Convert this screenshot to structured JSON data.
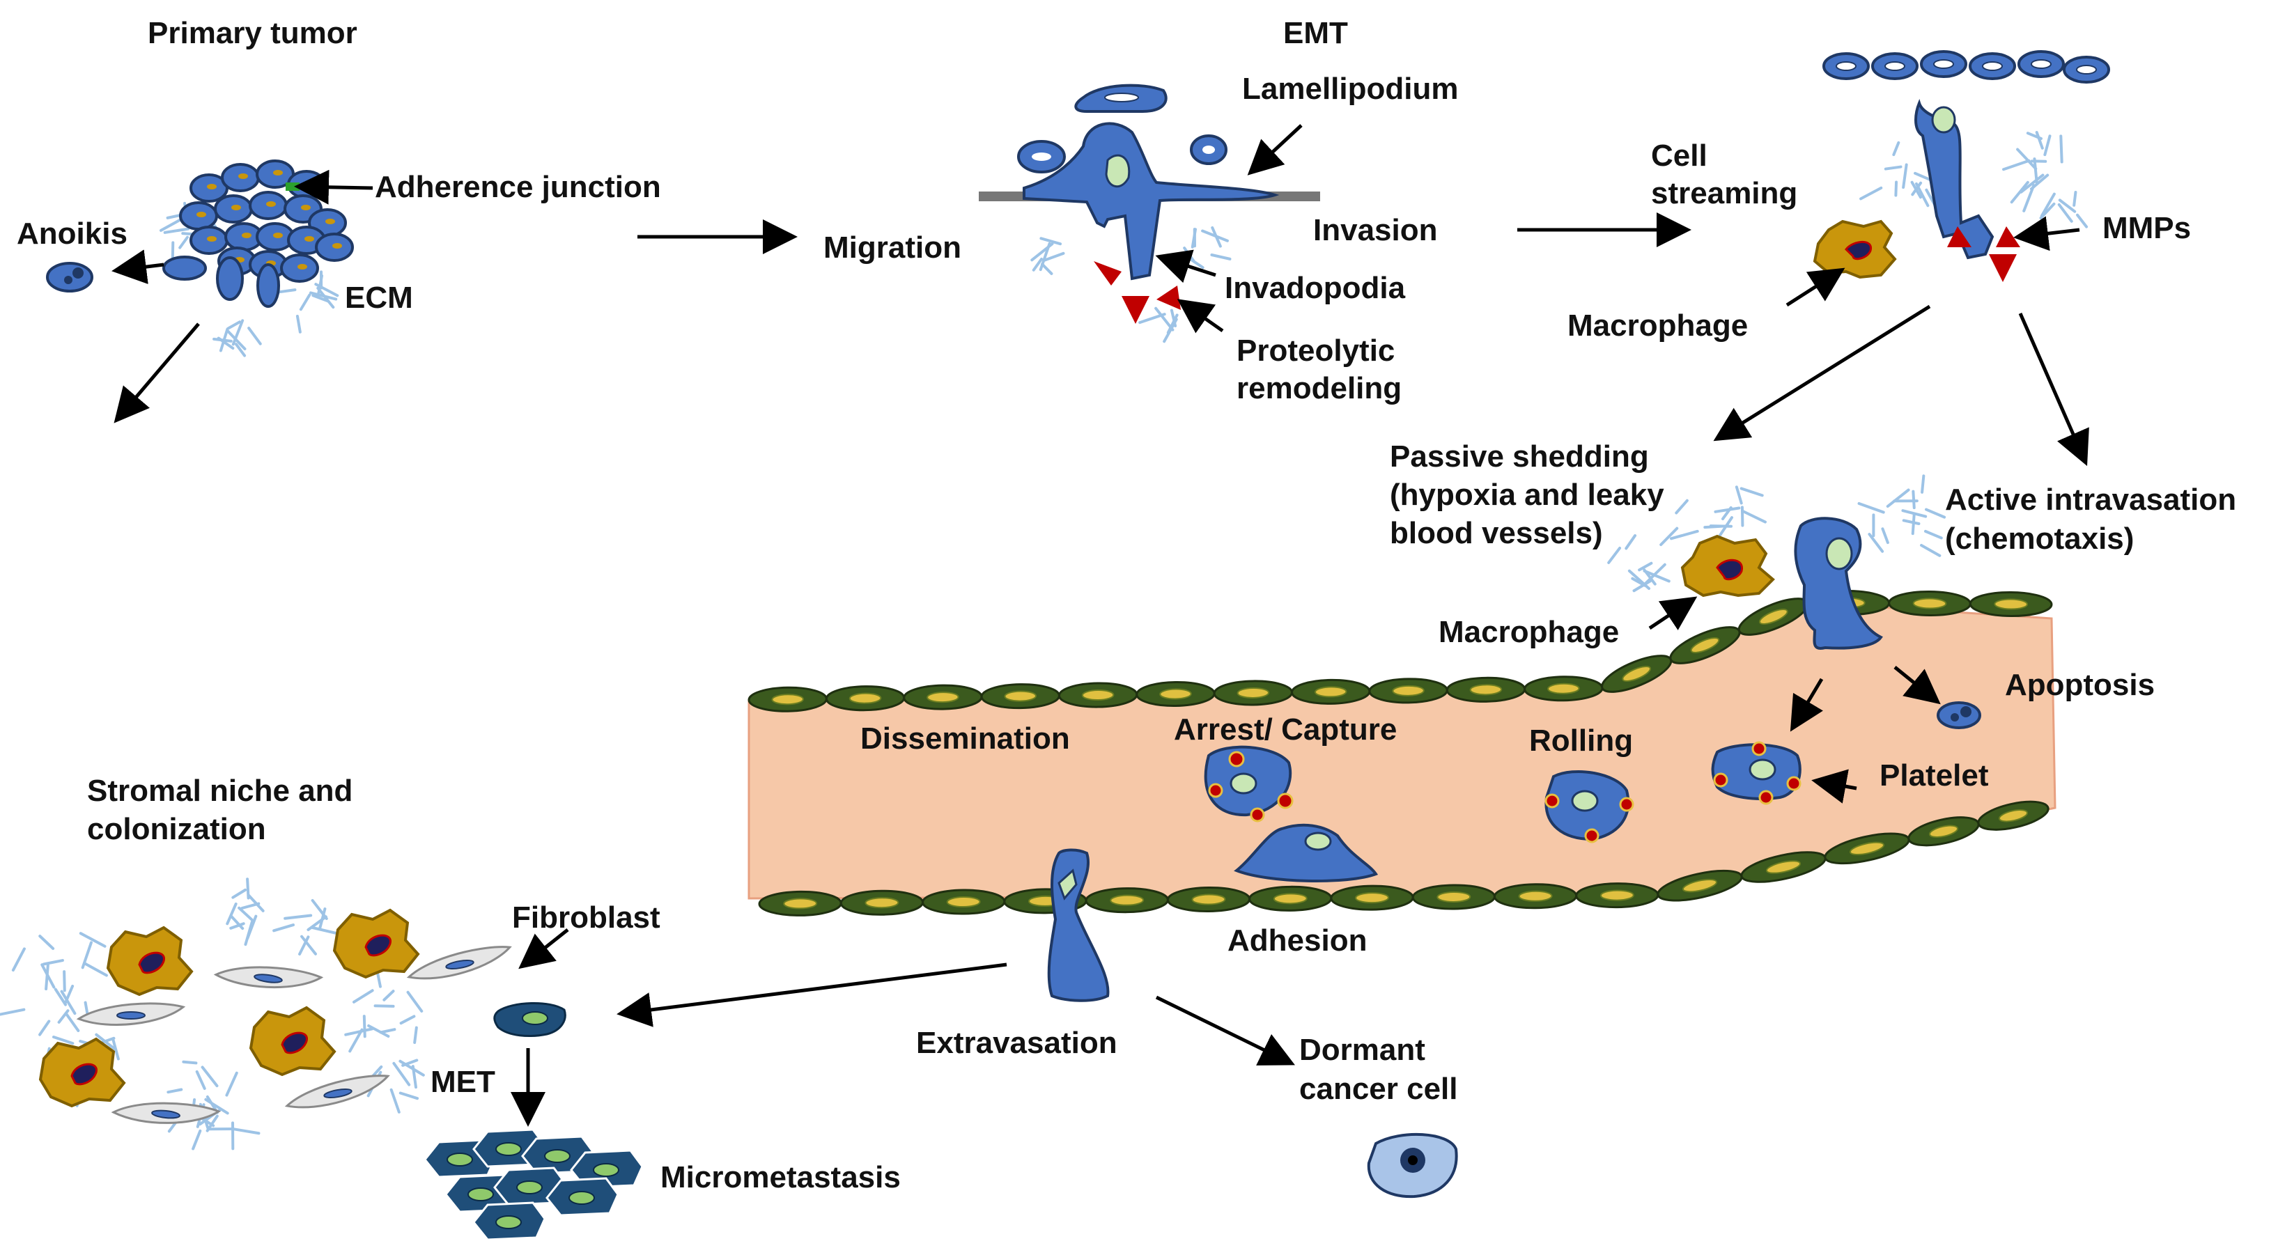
{
  "labels": {
    "primary_tumor": "Primary tumor",
    "adherence_junction": "Adherence junction",
    "anoikis": "Anoikis",
    "ecm": "ECM",
    "migration": "Migration",
    "emt": "EMT",
    "lamellipodium": "Lamellipodium",
    "invasion": "Invasion",
    "invadopodia": "Invadopodia",
    "proteolytic_1": "Proteolytic",
    "proteolytic_2": "remodeling",
    "cell_streaming_1": "Cell",
    "cell_streaming_2": "streaming",
    "mmps": "MMPs",
    "macrophage_top": "Macrophage",
    "passive_1": "Passive shedding",
    "passive_2": "(hypoxia and leaky",
    "passive_3": "blood vessels)",
    "active_1": "Active intravasation",
    "active_2": "(chemotaxis)",
    "macrophage_mid": "Macrophage",
    "apoptosis": "Apoptosis",
    "dissemination": "Dissemination",
    "arrest_capture": "Arrest/ Capture",
    "rolling": "Rolling",
    "platelet": "Platelet",
    "adhesion": "Adhesion",
    "stromal_1": "Stromal niche and",
    "stromal_2": "colonization",
    "fibroblast": "Fibroblast",
    "met": "MET",
    "micrometastasis": "Micrometastasis",
    "extravasation": "Extravasation",
    "dormant_1": "Dormant",
    "dormant_2": "cancer cell"
  },
  "colors": {
    "cancer_cell": "#4472c4",
    "cell_outline": "#1f3864",
    "nucleus": "#c9e7b5",
    "macrophage": "#c9960c",
    "vessel_lumen": "#f6c8a8",
    "endothelium": "#3b5a1e",
    "endothelial_nucleus": "#e0c040",
    "ecm_fiber": "#9dc3e6",
    "mmp": "#c00000",
    "platelet": "#c00000",
    "fibroblast": "#e6e6e6",
    "met_cell": "#1f4e79",
    "dormant_cell": "#a9c4e8"
  }
}
